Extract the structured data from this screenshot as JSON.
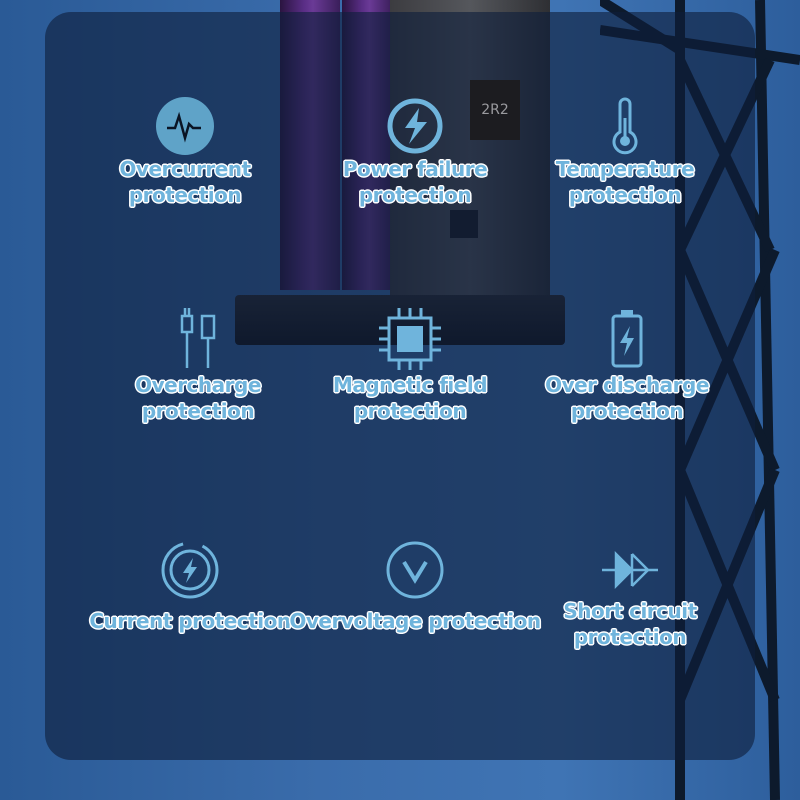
{
  "colors": {
    "accent": "#6fb4dc",
    "panel": "#0e1e3c",
    "wall": "#3a6cab"
  },
  "features": [
    {
      "icon": "pulse-icon",
      "line1": "Overcurrent",
      "line2": "protection"
    },
    {
      "icon": "lightning-circle-icon",
      "line1": "Power failure",
      "line2": "protection"
    },
    {
      "icon": "thermometer-icon",
      "line1": "Temperature",
      "line2": "protection"
    },
    {
      "icon": "usb-cable-icon",
      "line1": "Overcharge",
      "line2": "protection"
    },
    {
      "icon": "chip-icon",
      "line1": "Magnetic field",
      "line2": "protection"
    },
    {
      "icon": "battery-charge-icon",
      "line1": "Over discharge",
      "line2": "protection"
    },
    {
      "icon": "charge-ring-icon",
      "line1": "Current protection",
      "line2": ""
    },
    {
      "icon": "chevron-circle-icon",
      "line1": "Overvoltage protection",
      "line2": ""
    },
    {
      "icon": "diode-icon",
      "line1": "Short circuit",
      "line2": "protection"
    }
  ],
  "pcb": {
    "marking": "2R2"
  }
}
